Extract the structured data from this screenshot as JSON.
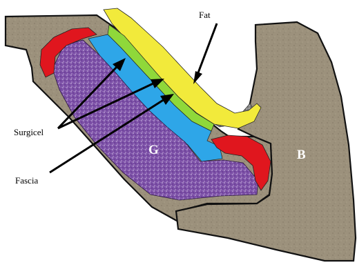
{
  "labels": {
    "fat": "Fat",
    "surgicel": "Surgicel",
    "fascia": "Fascia",
    "graft": "G",
    "bone": "B"
  },
  "colors": {
    "bone": "#9c917c",
    "bone_border": "#111111",
    "graft": "#7b4fa6",
    "graft_speckle": "#d9c8ea",
    "fat_layer": "#8b8b8b",
    "surgicel": "#f2ea3b",
    "fascia": "#8fd83a",
    "blue_layer": "#2ea6e8",
    "red_layer": "#e0161e",
    "arrow": "#000000"
  }
}
